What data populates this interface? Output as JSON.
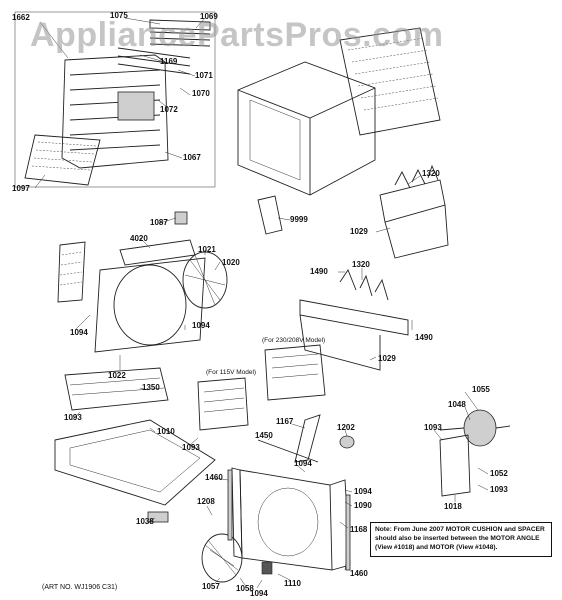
{
  "watermark": "AppliancePartsPros.com",
  "note": "Note: From June 2007 MOTOR CUSHION and SPACER should also be inserted between the MOTOR ANGLE (View #1018) and MOTOR (View #1048).",
  "art_no": "(ART NO. WJ1906 C31)",
  "variant_labels": {
    "v230": "(For 230/208V Model)",
    "v115": "(For 115V Model)"
  },
  "parts": [
    {
      "id": "p1662",
      "label": "1662"
    },
    {
      "id": "p1075",
      "label": "1075"
    },
    {
      "id": "p1069",
      "label": "1069"
    },
    {
      "id": "p1169",
      "label": "1169"
    },
    {
      "id": "p1071",
      "label": "1071"
    },
    {
      "id": "p1070",
      "label": "1070"
    },
    {
      "id": "p1072",
      "label": "1072"
    },
    {
      "id": "p1067",
      "label": "1067"
    },
    {
      "id": "p1097",
      "label": "1097"
    },
    {
      "id": "p9999",
      "label": "9999"
    },
    {
      "id": "p1320a",
      "label": "1320"
    },
    {
      "id": "p1029a",
      "label": "1029"
    },
    {
      "id": "p4020",
      "label": "4020"
    },
    {
      "id": "p1087",
      "label": "1087"
    },
    {
      "id": "p1021",
      "label": "1021"
    },
    {
      "id": "p1020",
      "label": "1020"
    },
    {
      "id": "p1490a",
      "label": "1490"
    },
    {
      "id": "p1320b",
      "label": "1320"
    },
    {
      "id": "p1094a",
      "label": "1094"
    },
    {
      "id": "p1094b",
      "label": "1094"
    },
    {
      "id": "p1490b",
      "label": "1490"
    },
    {
      "id": "p1029b",
      "label": "1029"
    },
    {
      "id": "p1022",
      "label": "1022"
    },
    {
      "id": "p1350",
      "label": "1350"
    },
    {
      "id": "p1093a",
      "label": "1093"
    },
    {
      "id": "p1010",
      "label": "1010"
    },
    {
      "id": "p1093b",
      "label": "1093"
    },
    {
      "id": "p1167",
      "label": "1167"
    },
    {
      "id": "p1202",
      "label": "1202"
    },
    {
      "id": "p1055",
      "label": "1055"
    },
    {
      "id": "p1048",
      "label": "1048"
    },
    {
      "id": "p1093c",
      "label": "1093"
    },
    {
      "id": "p1450",
      "label": "1450"
    },
    {
      "id": "p1094c",
      "label": "1094"
    },
    {
      "id": "p1052",
      "label": "1052"
    },
    {
      "id": "p1093d",
      "label": "1093"
    },
    {
      "id": "p1018",
      "label": "1018"
    },
    {
      "id": "p1460a",
      "label": "1460"
    },
    {
      "id": "p1094d",
      "label": "1094"
    },
    {
      "id": "p1090",
      "label": "1090"
    },
    {
      "id": "p1208",
      "label": "1208"
    },
    {
      "id": "p1168",
      "label": "1168"
    },
    {
      "id": "p1038",
      "label": "1038"
    },
    {
      "id": "p1057",
      "label": "1057"
    },
    {
      "id": "p1058",
      "label": "1058"
    },
    {
      "id": "p1094e",
      "label": "1094"
    },
    {
      "id": "p1110",
      "label": "1110"
    },
    {
      "id": "p1460b",
      "label": "1460"
    }
  ]
}
